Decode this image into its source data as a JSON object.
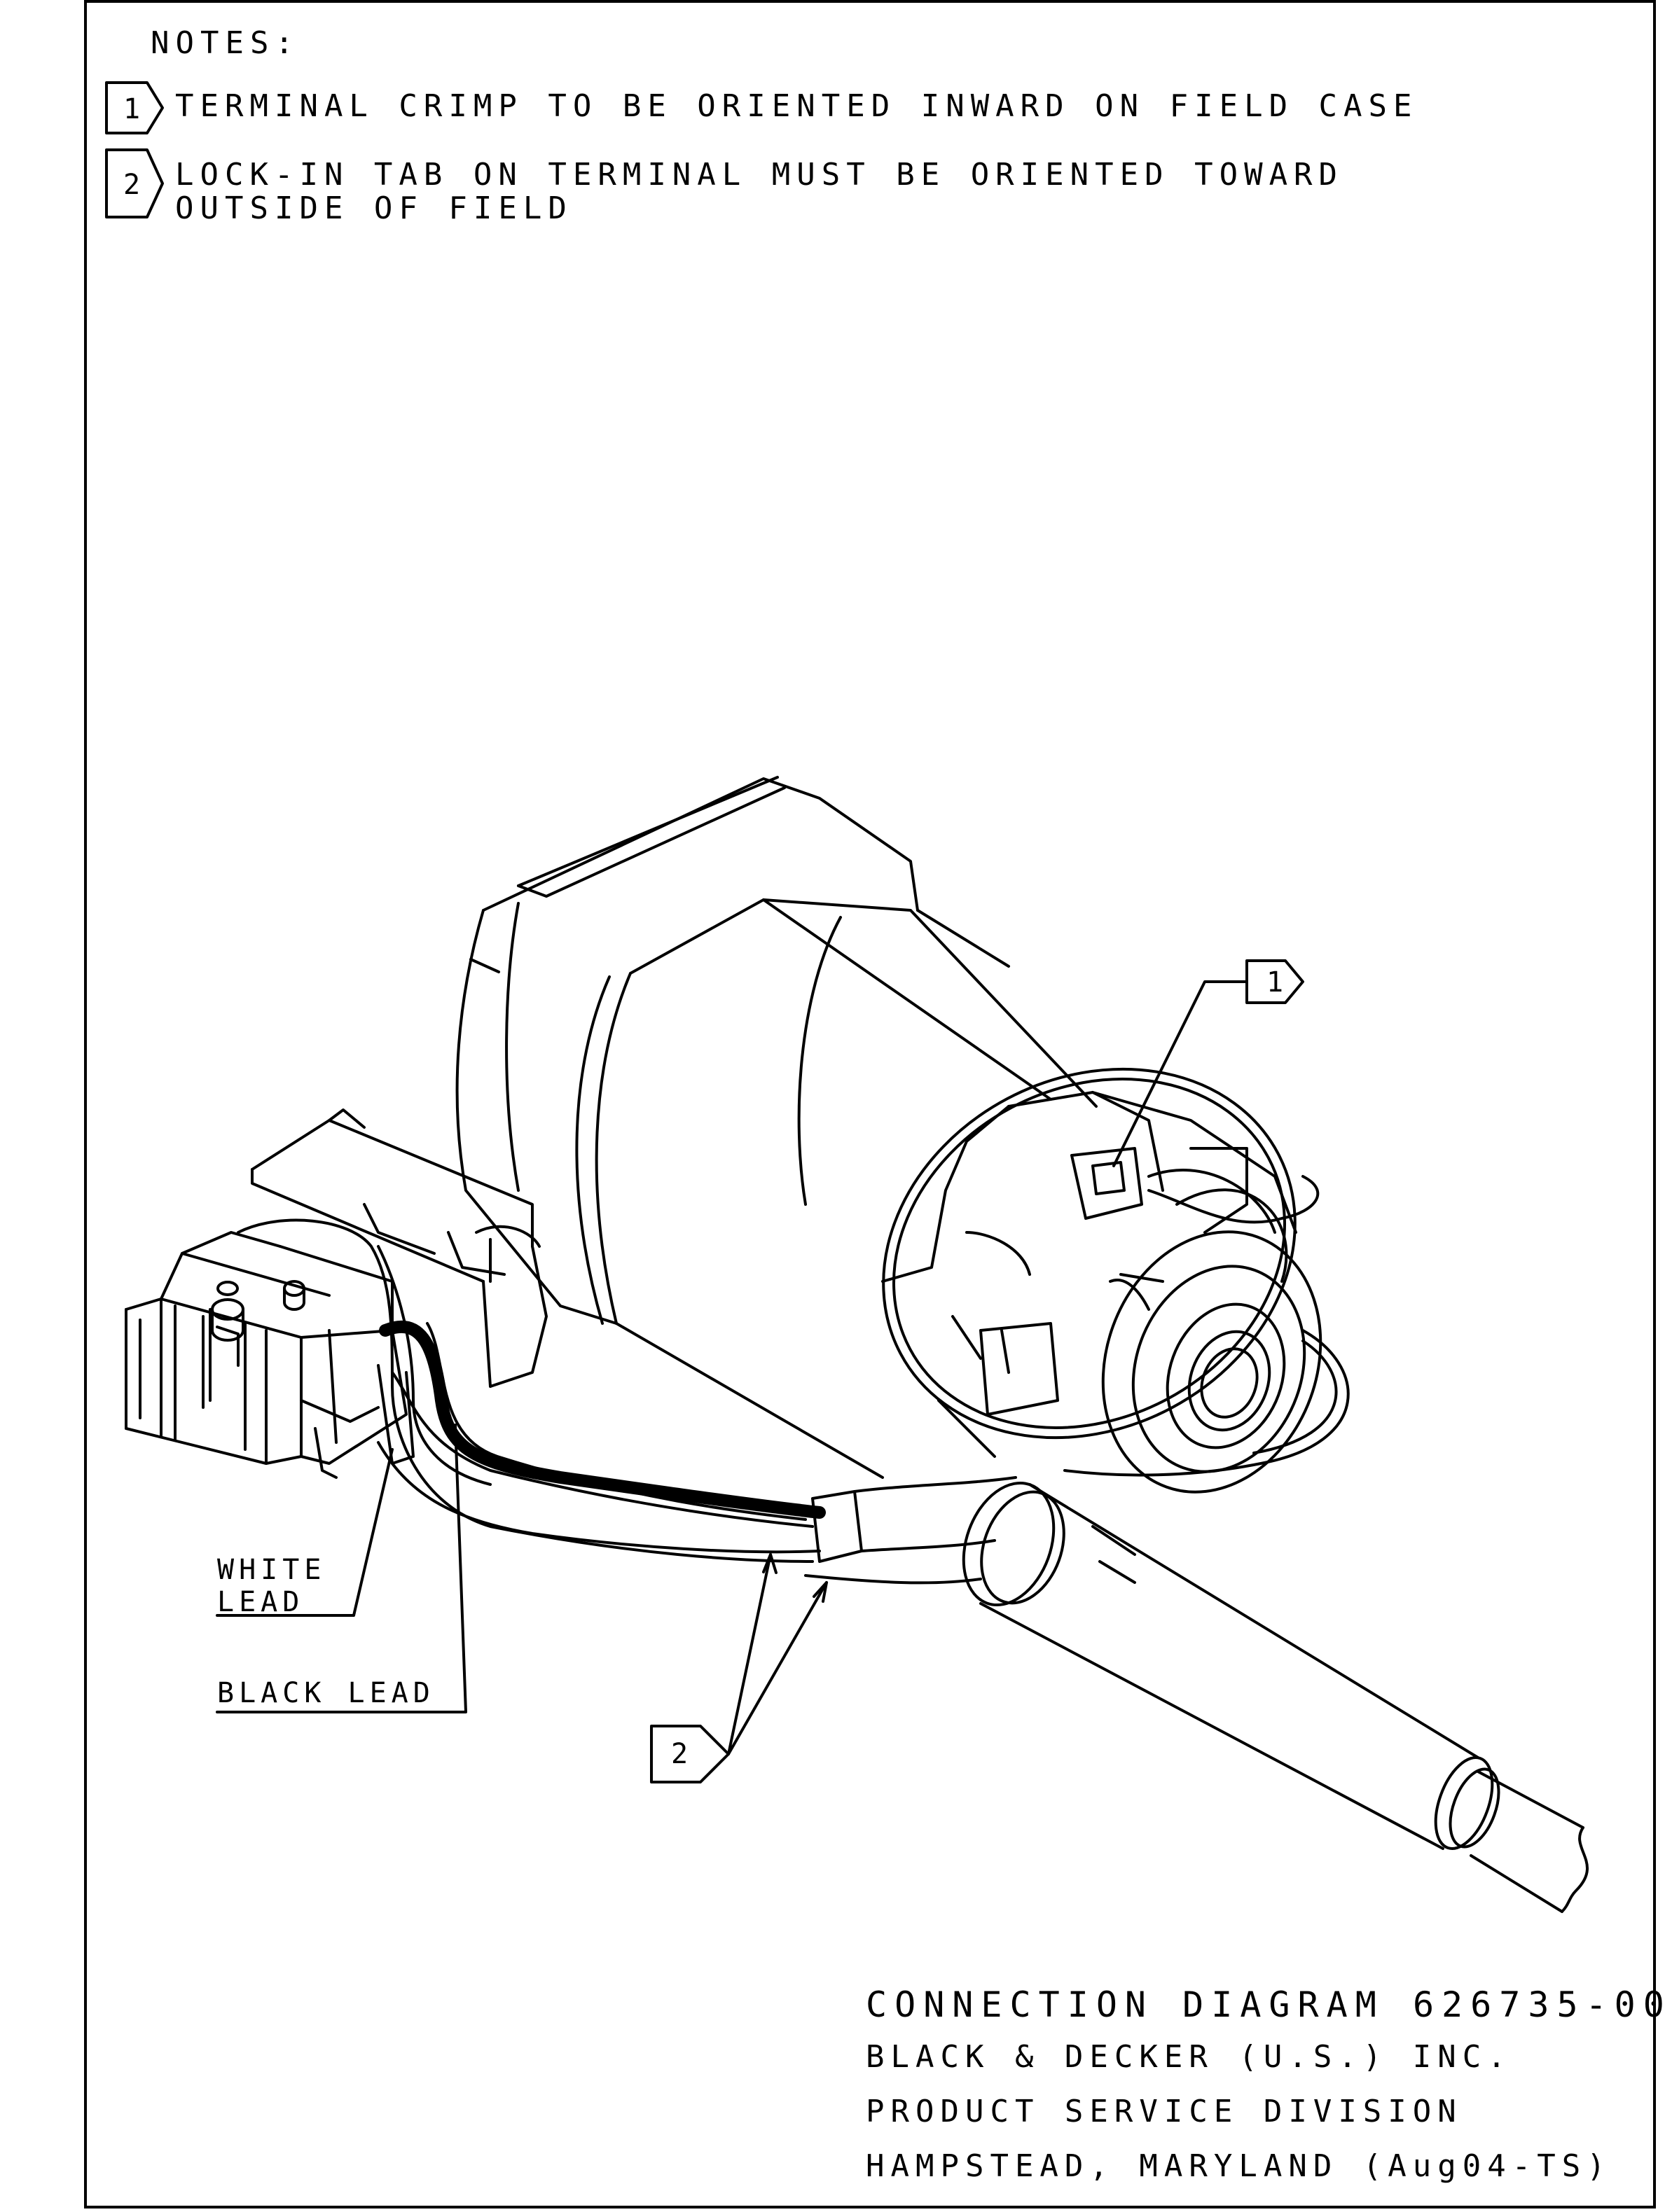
{
  "notes": {
    "title": "NOTES:",
    "items": [
      {
        "number": "1",
        "text": "TERMINAL CRIMP TO BE ORIENTED INWARD ON FIELD CASE"
      },
      {
        "number": "2",
        "text_line1": "LOCK-IN TAB ON TERMINAL MUST BE ORIENTED TOWARD",
        "text_line2": "OUTSIDE OF FIELD"
      }
    ]
  },
  "callouts": {
    "flag_1": "1",
    "flag_2": "2",
    "white_lead_line1": "WHITE",
    "white_lead_line2": "LEAD",
    "black_lead": "BLACK LEAD"
  },
  "title_block": {
    "diagram": "CONNECTION DIAGRAM 626735-00",
    "company": "BLACK & DECKER (U.S.) INC.",
    "division": "PRODUCT SERVICE DIVISION",
    "location": "HAMPSTEAD, MARYLAND (Aug04-TS)"
  },
  "colors": {
    "ink": "#000000",
    "paper": "#ffffff"
  }
}
